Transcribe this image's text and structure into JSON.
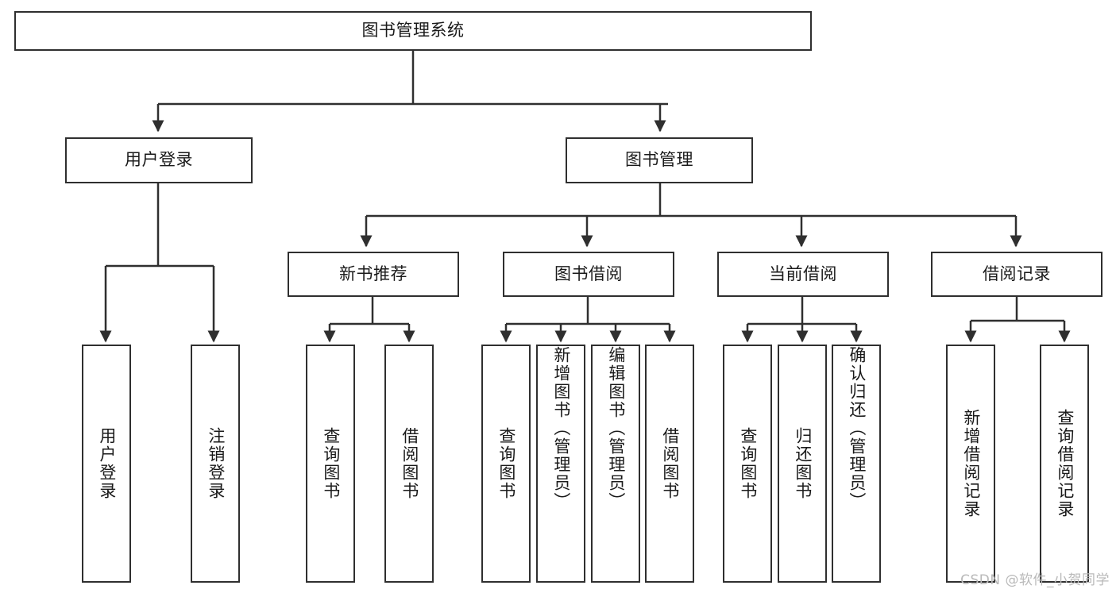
{
  "diagram": {
    "type": "hierarchy-tree",
    "title": "图书管理系统",
    "watermark": "CSDN @软件_小贺同学",
    "colors": {
      "background": "#ffffff",
      "border": "#2f2f2f",
      "text": "#1a1a1a",
      "watermark": "#b9b9b9"
    },
    "root": {
      "label": "图书管理系统"
    },
    "level2": [
      {
        "id": "user-login",
        "label": "用户登录"
      },
      {
        "id": "book-management",
        "label": "图书管理"
      }
    ],
    "level3": [
      {
        "id": "new-book-recommend",
        "label": "新书推荐"
      },
      {
        "id": "book-borrow",
        "label": "图书借阅"
      },
      {
        "id": "current-borrow",
        "label": "当前借阅"
      },
      {
        "id": "borrow-record",
        "label": "借阅记录"
      }
    ],
    "leaves": {
      "user_login": [
        {
          "id": "leaf-user-login",
          "label": "用户登录"
        },
        {
          "id": "leaf-logout-login",
          "label": "注销登录"
        }
      ],
      "new_book_recommend": [
        {
          "id": "leaf-query-book-1",
          "label": "查询图书"
        },
        {
          "id": "leaf-borrow-book-1",
          "label": "借阅图书"
        }
      ],
      "book_borrow": [
        {
          "id": "leaf-query-book-2",
          "label": "查询图书"
        },
        {
          "id": "leaf-add-book",
          "label": "新增图书（管理员）"
        },
        {
          "id": "leaf-edit-book",
          "label": "编辑图书（管理员）"
        },
        {
          "id": "leaf-borrow-book-2",
          "label": "借阅图书"
        }
      ],
      "current_borrow": [
        {
          "id": "leaf-query-book-3",
          "label": "查询图书"
        },
        {
          "id": "leaf-return-book",
          "label": "归还图书"
        },
        {
          "id": "leaf-confirm-return",
          "label": "确认归还（管理员）"
        }
      ],
      "borrow_record": [
        {
          "id": "leaf-add-record",
          "label": "新增借阅记录"
        },
        {
          "id": "leaf-query-record",
          "label": "查询借阅记录"
        }
      ]
    }
  }
}
